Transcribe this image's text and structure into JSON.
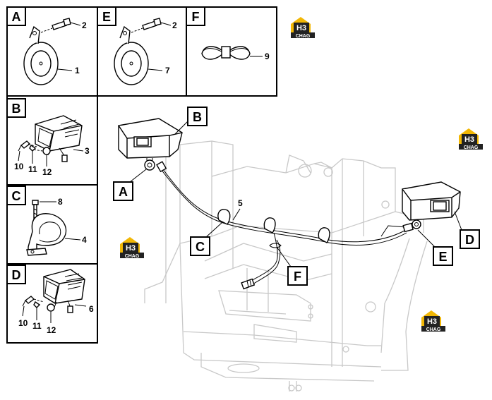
{
  "panels": [
    {
      "letter": "A",
      "numbers": [
        "2",
        "1"
      ]
    },
    {
      "letter": "E",
      "numbers": [
        "2",
        "7"
      ]
    },
    {
      "letter": "F",
      "numbers": [
        "9"
      ]
    },
    {
      "letter": "B",
      "numbers": [
        "3",
        "10",
        "11",
        "12"
      ]
    },
    {
      "letter": "C",
      "numbers": [
        "8",
        "4"
      ]
    },
    {
      "letter": "D",
      "numbers": [
        "6",
        "10",
        "11",
        "12"
      ]
    }
  ],
  "callouts": [
    "A",
    "B",
    "C",
    "D",
    "E",
    "F"
  ],
  "harness_number": "5",
  "watermark": {
    "logo": "H3",
    "brand": "CHAG"
  },
  "colors": {
    "ink": "#000000",
    "frame": "#c8c8c8",
    "logo_yellow": "#f2b705",
    "logo_dark": "#222222"
  }
}
